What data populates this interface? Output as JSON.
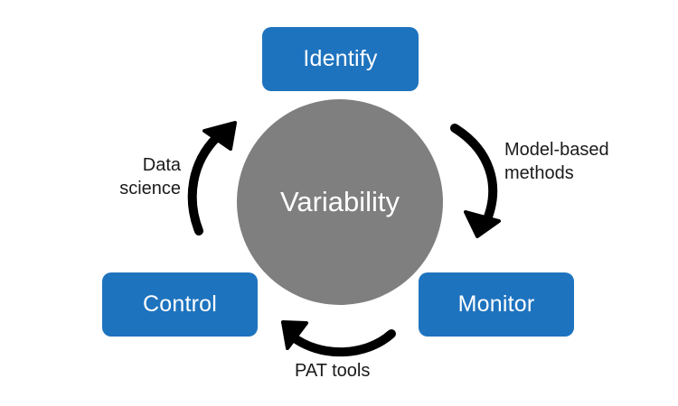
{
  "center": {
    "label": "Variability"
  },
  "steps": {
    "identify": "Identify",
    "monitor": "Monitor",
    "control": "Control"
  },
  "transitions": {
    "identify_to_monitor": [
      "Model-based",
      "methods"
    ],
    "monitor_to_control": "PAT tools",
    "control_to_identify": [
      "Data",
      "science"
    ]
  },
  "colors": {
    "box_fill": "#1e73be",
    "circle_fill": "#7f7f7f",
    "arrow": "#000000",
    "box_text": "#ffffff"
  }
}
